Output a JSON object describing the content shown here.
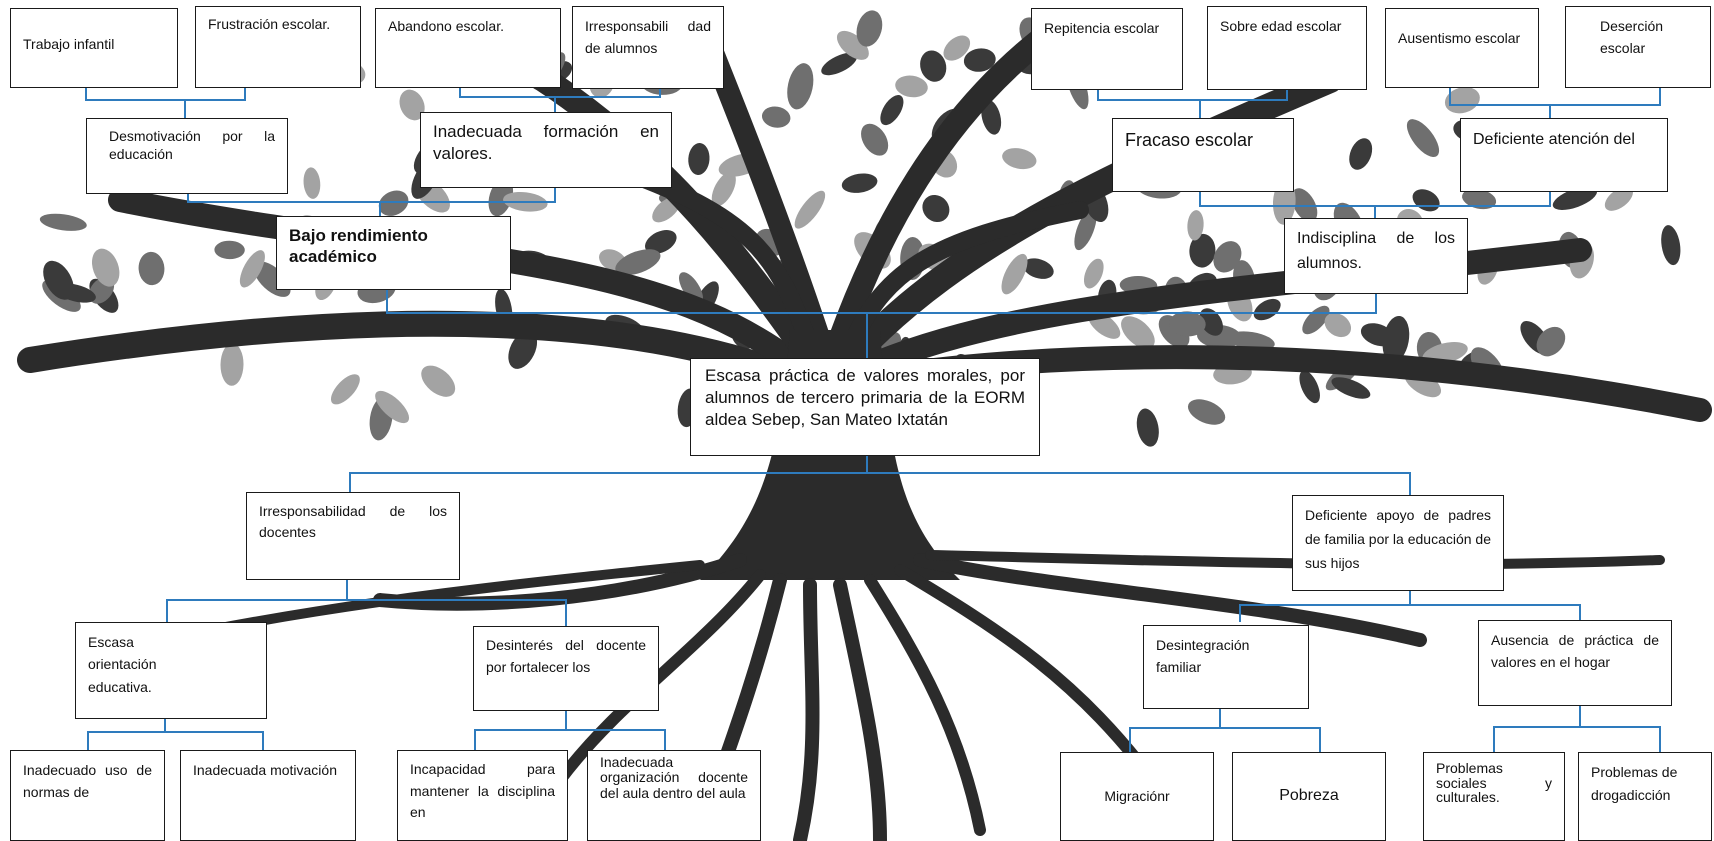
{
  "colors": {
    "connector": "#2e7bbd",
    "trunk": "#2b2b2b",
    "leaf_dark": "#3a3a3a",
    "leaf_mid": "#6f6f6f",
    "leaf_light": "#a3a3a3",
    "box_border": "#1a1a1a"
  },
  "effects_top": {
    "trabajo_infantil": "Trabajo infantil",
    "frustracion": "Frustración escolar.",
    "abandono": "Abandono escolar.",
    "irresponsabilidad_alumnos": "Irresponsabili dad de alumnos",
    "repitencia": "Repitencia escolar",
    "sobre_edad": "Sobre edad escolar",
    "ausentismo": "Ausentismo escolar",
    "desercion": "Deserción escolar"
  },
  "effects_mid": {
    "desmotivacion": "Desmotivación por la educación",
    "inadecuada_formacion": "Inadecuada formación en valores.",
    "fracaso": "Fracaso escolar",
    "deficiente_atencion": "Deficiente atención del"
  },
  "effects_main": {
    "bajo_rendimiento": "Bajo rendimiento académico",
    "indisciplina": "Indisciplina de los alumnos."
  },
  "central_problem": "Escasa práctica de valores morales, por alumnos de tercero primaria de la EORM aldea Sebep, San Mateo Ixtatán",
  "causes_main": {
    "irresponsabilidad_docentes": "Irresponsabilidad de los docentes",
    "deficiente_apoyo": "Deficiente apoyo de padres de familia por la educación de sus hijos"
  },
  "causes_sub": {
    "escasa_orientacion": "Escasa orientación educativa.",
    "desinteres": "Desinterés del docente por fortalecer los",
    "desintegracion": "Desintegración familiar",
    "ausencia_valores": "Ausencia de práctica de valores en el hogar"
  },
  "causes_root": {
    "inadecuado_uso": "Inadecuado uso de normas de",
    "inadecuada_motivacion": "Inadecuada motivación",
    "incapacidad": "Incapacidad para mantener la disciplina en",
    "inadecuada_organizacion": "Inadecuada organización docente del aula dentro del aula",
    "migracion": "Migraciónr",
    "pobreza": "Pobreza",
    "problemas_sociales": "Problemas sociales y culturales.",
    "drogadiccion": "Problemas de drogadicción"
  }
}
